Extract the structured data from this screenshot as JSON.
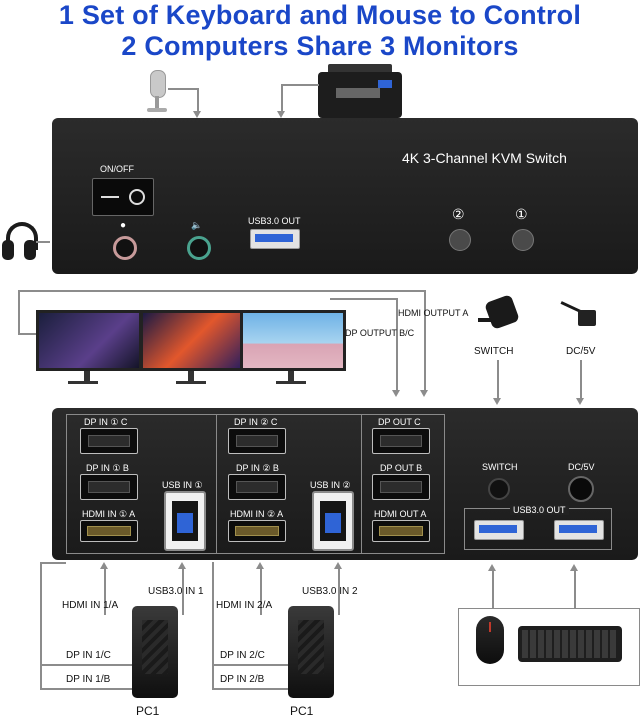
{
  "title": {
    "line1": "1 Set of Keyboard and Mouse to Control",
    "line2": "2 Computers Share 3 Monitors"
  },
  "front_panel": {
    "product_name": "4K 3-Channel KVM Switch",
    "on_off": "ON/OFF",
    "usb_out": "USB3.0 OUT",
    "button_2": "②",
    "button_1": "①",
    "mic_icon": "mic-icon",
    "speaker_icon": "speaker-icon"
  },
  "back_panel": {
    "dp_in_1c": "DP IN ① C",
    "dp_in_1b": "DP IN ① B",
    "hdmi_in_1a": "HDMI IN ① A",
    "usb_in_1": "USB IN ①",
    "dp_in_2c": "DP IN ② C",
    "dp_in_2b": "DP IN ② B",
    "hdmi_in_2a": "HDMI IN ② A",
    "usb_in_2": "USB IN ②",
    "dp_out_c": "DP OUT C",
    "dp_out_b": "DP OUT B",
    "hdmi_out_a": "HDMI OUT A",
    "switch": "SWITCH",
    "dc5v": "DC/5V",
    "usb_out": "USB3.0 OUT"
  },
  "labels": {
    "hdmi_output_a": "HDMI OUTPUT A",
    "dp_output_bc": "DP OUTPUT B/C",
    "switch": "SWITCH",
    "dc5v": "DC/5V",
    "hdmi_in_1a": "HDMI IN 1/A",
    "usb30_in_1": "USB3.0 IN 1",
    "dp_in_1c": "DP IN 1/C",
    "dp_in_1b": "DP IN 1/B",
    "hdmi_in_2a": "HDMI IN 2/A",
    "usb30_in_2": "USB3.0 IN 2",
    "dp_in_2c": "DP IN 2/C",
    "dp_in_2b": "DP IN 2/B",
    "pc1_left": "PC1",
    "pc1_right": "PC1"
  }
}
